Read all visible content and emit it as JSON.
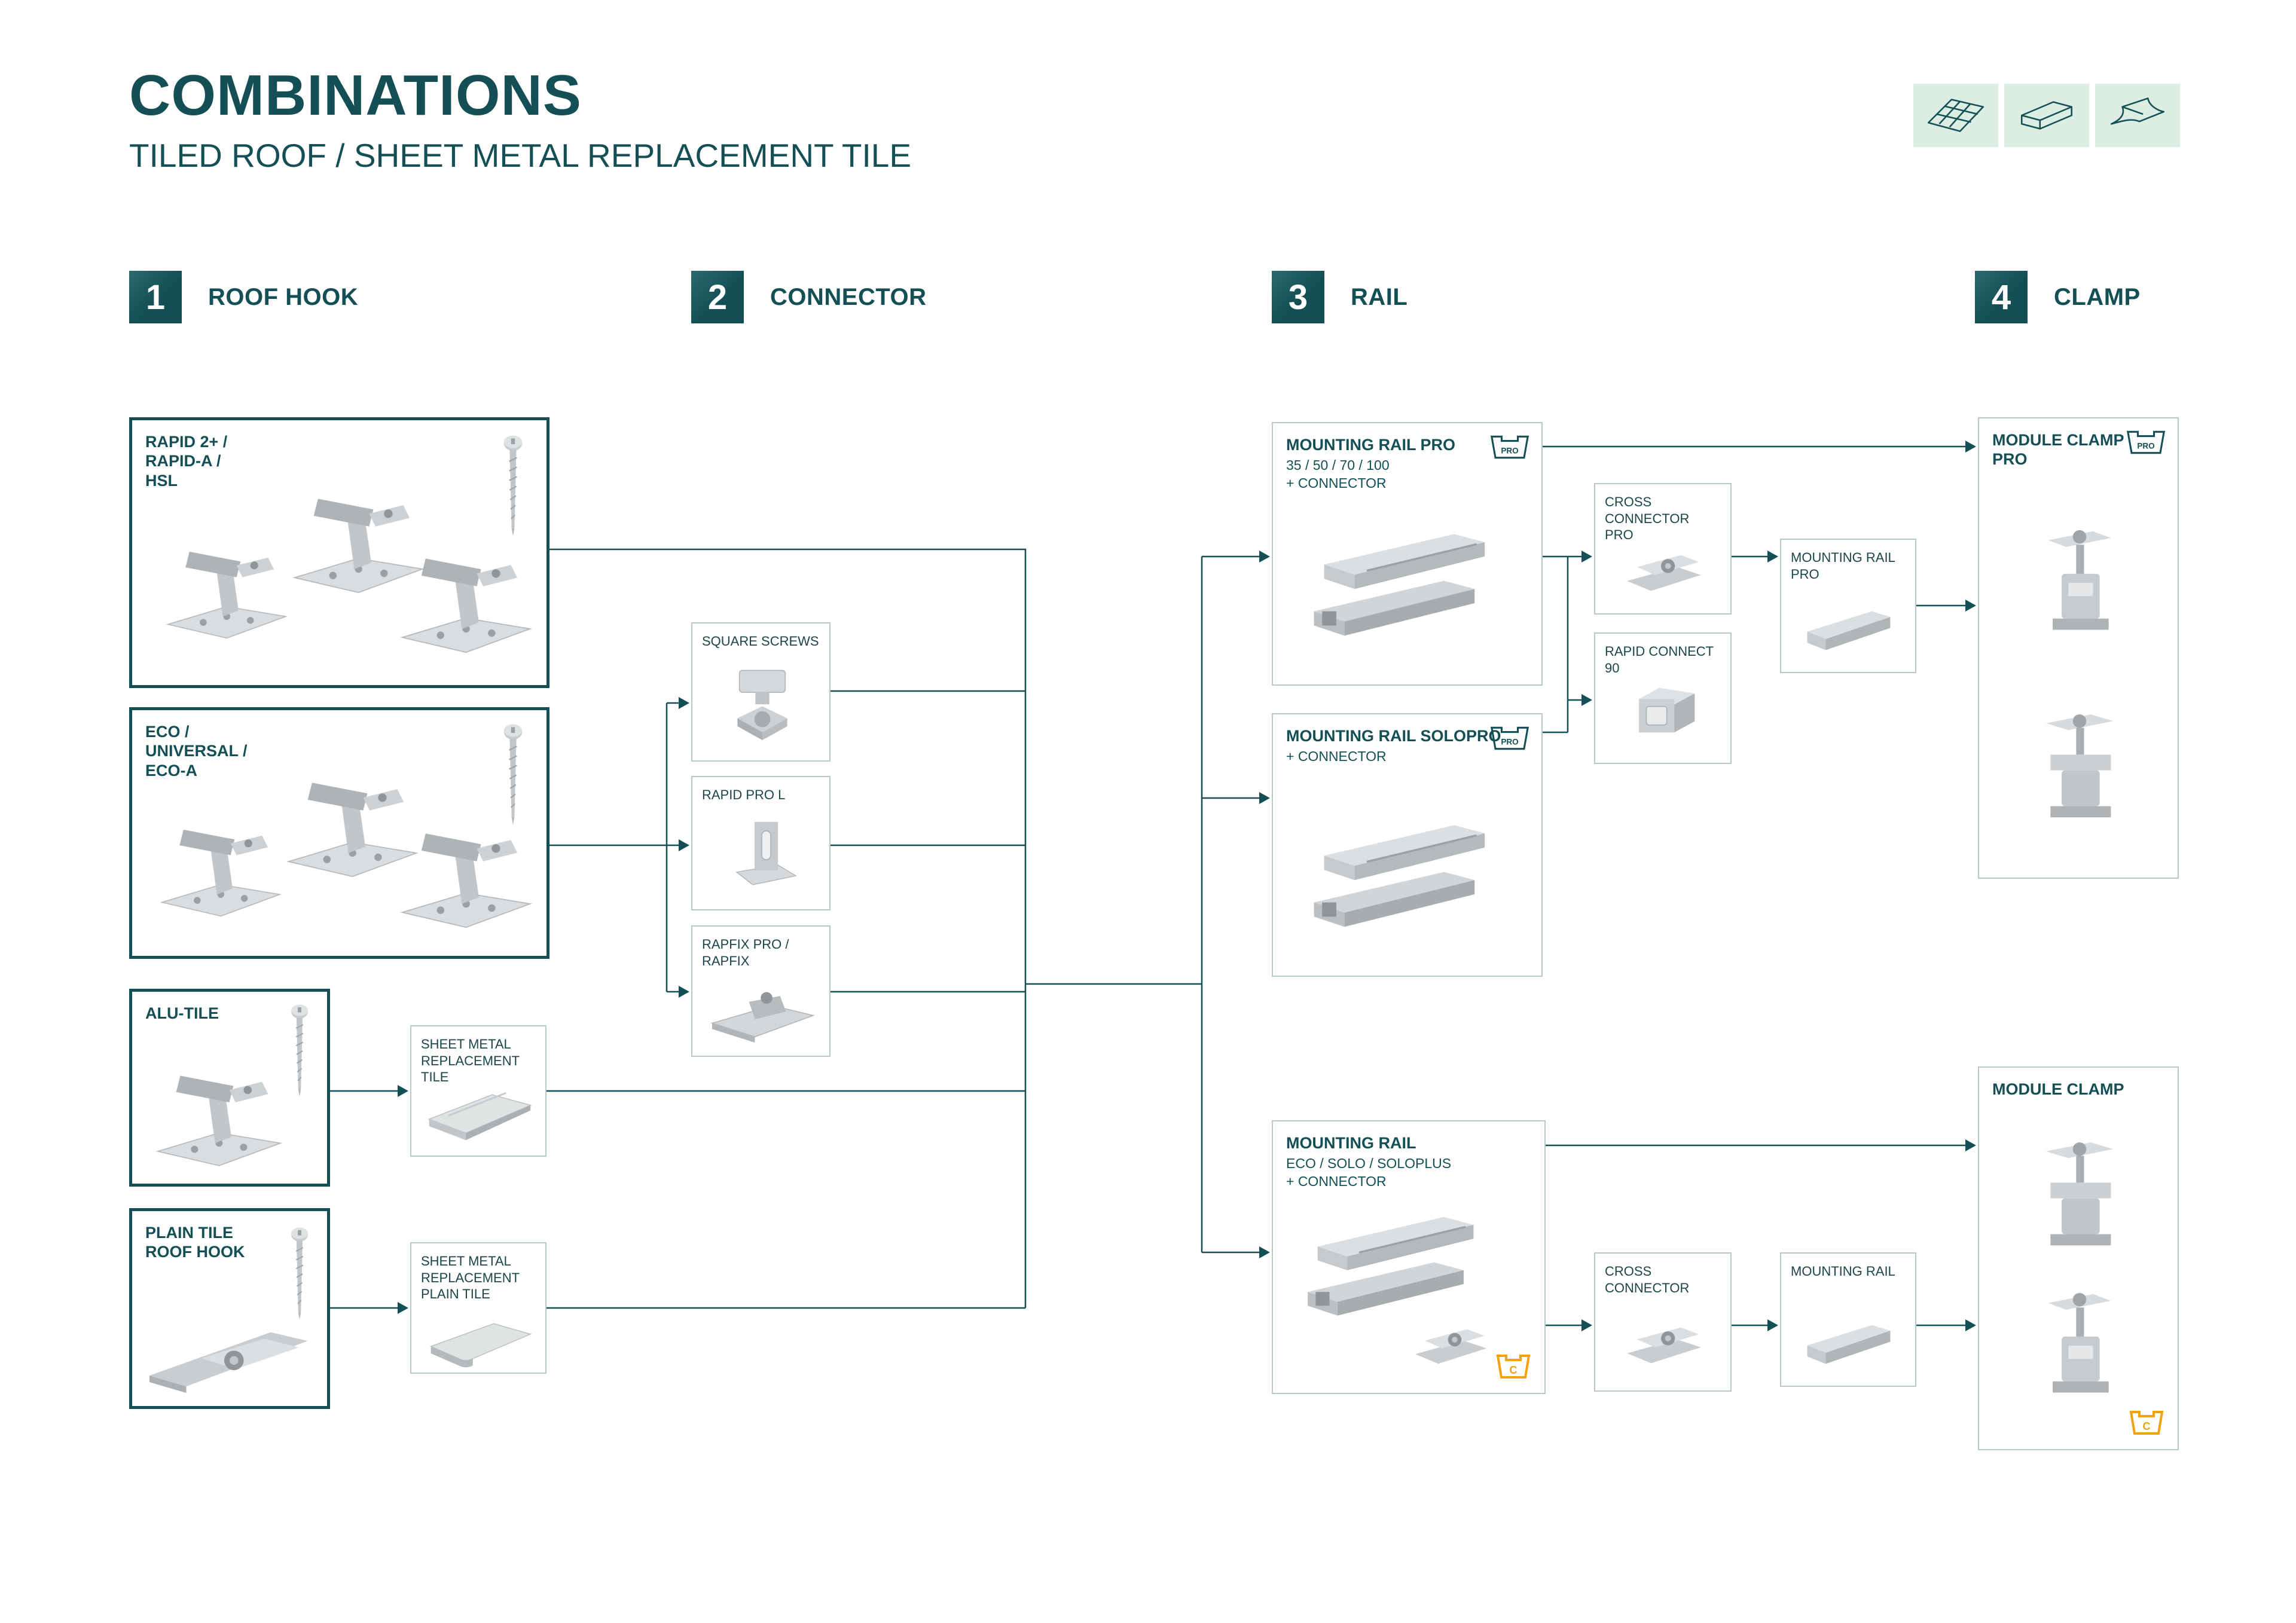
{
  "header": {
    "title": "COMBINATIONS",
    "subtitle": "TILED ROOF / SHEET METAL REPLACEMENT TILE"
  },
  "legend_icons": [
    {
      "name": "tiled-roof-icon"
    },
    {
      "name": "mounting-rail-icon"
    },
    {
      "name": "replacement-tile-icon"
    }
  ],
  "steps": [
    {
      "number": "1",
      "label": "ROOF HOOK"
    },
    {
      "number": "2",
      "label": "CONNECTOR"
    },
    {
      "number": "3",
      "label": "RAIL"
    },
    {
      "number": "4",
      "label": "CLAMP"
    }
  ],
  "badges": {
    "pro": "PRO",
    "c": "C"
  },
  "boxes": {
    "rapid": {
      "title": "RAPID 2+ /\nRAPID-A /\nHSL"
    },
    "eco": {
      "title": "ECO /\nUNIVERSAL /\nECO-A"
    },
    "alu_tile": {
      "title": "ALU-TILE"
    },
    "plain_tile": {
      "title": "PLAIN TILE\nROOF HOOK"
    },
    "square_screws": {
      "title": "SQUARE SCREWS"
    },
    "rapid_pro_l": {
      "title": "RAPID PRO L"
    },
    "rapfix": {
      "title": "RAPFIX PRO /\nRAPFIX"
    },
    "sheet_tile": {
      "title": "SHEET METAL\nREPLACEMENT TILE"
    },
    "sheet_plain_tile": {
      "title": "SHEET METAL\nREPLACEMENT\nPLAIN TILE"
    },
    "rail_pro": {
      "title": "MOUNTING RAIL PRO",
      "subtitle": "35 / 50 / 70 / 100\n+ CONNECTOR"
    },
    "cross_connector_pro": {
      "title": "CROSS CONNECTOR\nPRO"
    },
    "rapid_connect_90": {
      "title": "RAPID CONNECT 90"
    },
    "rail_pro_small": {
      "title": "MOUNTING RAIL\nPRO"
    },
    "rail_solopro": {
      "title": "MOUNTING RAIL SOLOPRO",
      "subtitle": "+ CONNECTOR"
    },
    "rail_eco": {
      "title": "MOUNTING RAIL",
      "subtitle": "ECO / SOLO / SOLOPLUS\n+ CONNECTOR"
    },
    "cross_connector": {
      "title": "CROSS CONNECTOR"
    },
    "rail_small": {
      "title": "MOUNTING RAIL"
    },
    "module_clamp_pro": {
      "title": "MODULE CLAMP\nPRO"
    },
    "module_clamp": {
      "title": "MODULE CLAMP"
    }
  },
  "colors": {
    "teal": "#134f54",
    "light_green": "#dcede3",
    "yellow": "#f0a30a"
  }
}
